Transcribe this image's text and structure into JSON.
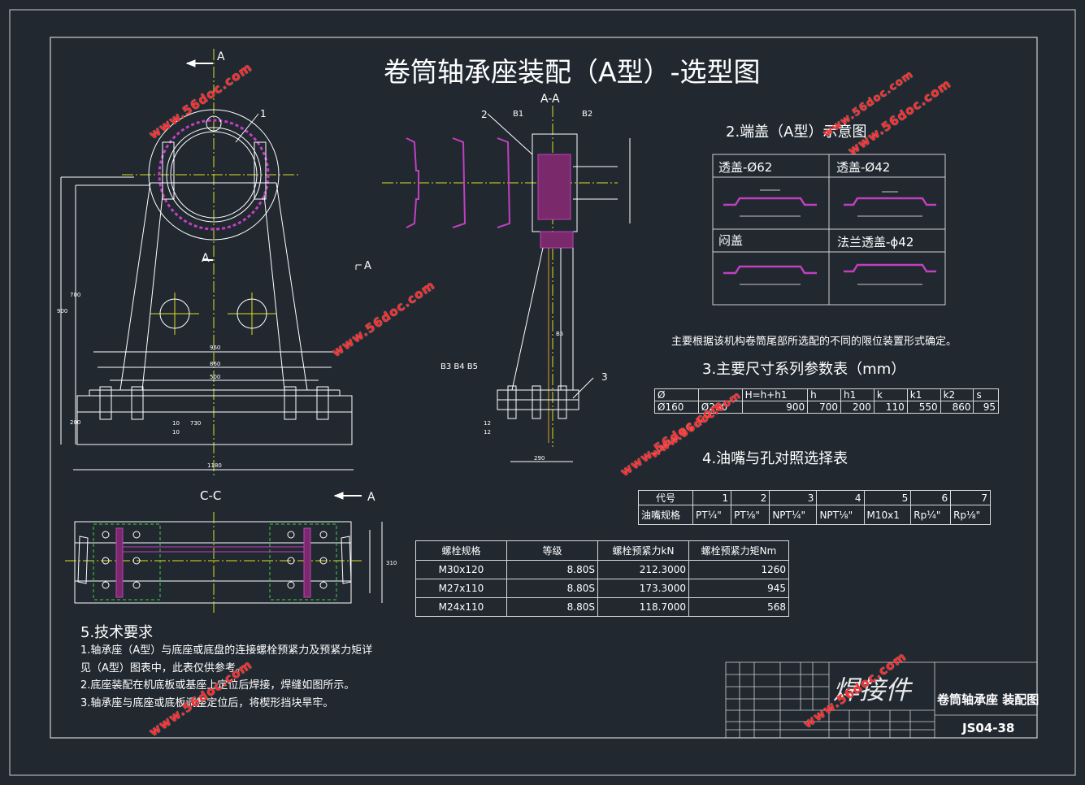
{
  "title": "卷筒轴承座装配（A型）-选型图",
  "views": {
    "front_cut_label_top": "A",
    "front_cut_label_bottom": "A",
    "section_aa": "A-A",
    "section_cc": "C-C",
    "cut_arrow_label_right": "A",
    "cut_arrow_label_cc": "A",
    "callouts": {
      "n1": "1",
      "n2": "2",
      "n3": "3",
      "b1": "B1",
      "b2": "B2",
      "b345": "B3 B4 B5"
    },
    "dims": {
      "d1180": "1180",
      "d960": "960",
      "d860": "860",
      "d500": "500",
      "d900": "900",
      "d700": "700",
      "d200": "200",
      "d290": "290",
      "d310": "310",
      "w10a": "10",
      "w10b": "10",
      "w730": "730",
      "w12a": "12",
      "w12b": "12",
      "b5": "B5"
    }
  },
  "end_cover": {
    "heading": "2.端盖（A型）示意图",
    "cells": [
      "透盖-Ø62",
      "透盖-Ø42",
      "闷盖",
      "法兰透盖-ϕ42"
    ]
  },
  "note": "主要根据该机构卷筒尾部所选配的不同的限位装置形式确定。",
  "dim_table": {
    "heading": "3.主要尺寸系列参数表（mm）",
    "headers": [
      "Ø",
      "",
      "H=h+h1",
      "h",
      "h1",
      "k",
      "k1",
      "k2",
      "s"
    ],
    "row": [
      "Ø160",
      "Ø290",
      "900",
      "700",
      "200",
      "110",
      "550",
      "860",
      "95"
    ]
  },
  "oil_table": {
    "heading": "4.油嘴与孔对照选择表",
    "headers": [
      "代号",
      "1",
      "2",
      "3",
      "4",
      "5",
      "6",
      "7"
    ],
    "row": [
      "油嘴规格",
      "PT¼\"",
      "PT⅛\"",
      "NPT¼\"",
      "NPT⅛\"",
      "M10x1",
      "Rp¼\"",
      "Rp⅛\""
    ]
  },
  "bolt_table": {
    "headers": [
      "螺栓规格",
      "等级",
      "螺栓预紧力kN",
      "螺栓预紧力矩Nm"
    ],
    "rows": [
      [
        "M30x120",
        "8.80S",
        "212.3000",
        "1260"
      ],
      [
        "M27x110",
        "8.80S",
        "173.3000",
        "945"
      ],
      [
        "M24x110",
        "8.80S",
        "118.7000",
        "568"
      ]
    ]
  },
  "requirements": {
    "heading": "5.技术要求",
    "items": [
      "1.轴承座（A型）与底座或底盘的连接螺栓预紧力及预紧力矩详见（A型）图表中，此表仅供参考。",
      "2.底座装配在机底板或基座上定位后焊接，焊缝如图所示。",
      "3.轴承座与底座或底板调整定位后，将楔形挡块旱牢。"
    ]
  },
  "title_block": {
    "handwriting": "焊接件",
    "drawing_name": "卷筒轴承座 装配图",
    "drawing_no": "JS04-38"
  },
  "watermarks": [
    "www.56doc.com",
    "www.56doc.com",
    "www.56doc.com",
    "www.56doc.com",
    "www.56doc.com",
    "www.56doc.com",
    "www.56doc.com",
    "www.56doc.com"
  ],
  "colors": {
    "background": "#212830",
    "line": "#ffffff",
    "center_line": "#e0e020",
    "section_hatch": "#c040c0",
    "green_dash": "#3fd03f",
    "cyan": "#40d0e0",
    "watermark": "#ff2a2a"
  }
}
